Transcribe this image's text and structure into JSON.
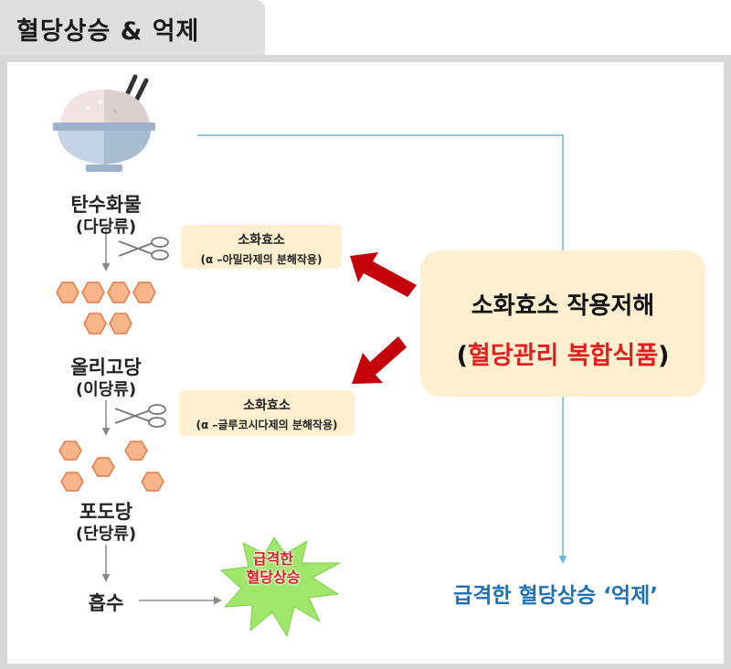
{
  "header": {
    "title": "혈당상승 & 억제"
  },
  "stages": {
    "carb": {
      "name": "탄수화물",
      "sub": "(다당류)"
    },
    "oligo": {
      "name": "올리고당",
      "sub": "(이당류)"
    },
    "glucose": {
      "name": "포도당",
      "sub": "(단당류)"
    },
    "absorb": {
      "name": "흡수"
    }
  },
  "enzymes": [
    {
      "title": "소화효소",
      "desc": "(α –아밀라제의 분해작용)"
    },
    {
      "title": "소화효소",
      "desc": "(α –글루코시다제의 분해작용)"
    }
  ],
  "spike": {
    "line1": "급격한",
    "line2": "혈당상승"
  },
  "inhibitor": {
    "line1": "소화효소 작용저해",
    "open": "(",
    "highlight": "혈당관리 복합식품",
    "close": ")"
  },
  "result": {
    "text": "급격한 혈당상승 ‘억제’"
  },
  "colors": {
    "hexagon": "#f7b589",
    "hexagon_stroke": "#e07a4a",
    "enzyme_box": "#fdefcf",
    "red_arrow": "#c4000a",
    "connector": "#6bb6d6",
    "result_text": "#1f6fb4",
    "highlight": "#e41d1d"
  },
  "icons": [
    "rice-bowl-icon",
    "scissors-icon",
    "hexagon-icon",
    "starburst-icon",
    "red-arrow-icon"
  ]
}
